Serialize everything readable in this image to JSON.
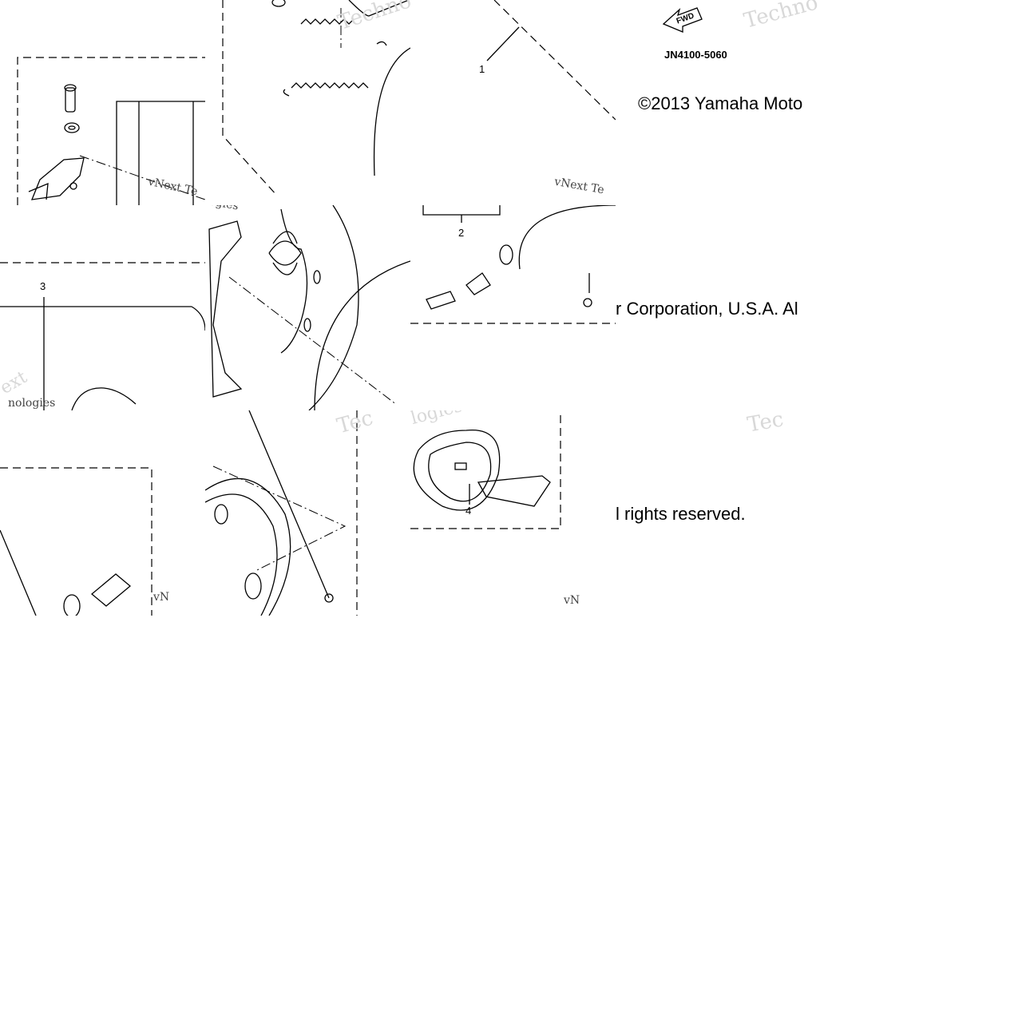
{
  "diagram": {
    "callouts": [
      "1",
      "2",
      "3",
      "4"
    ],
    "part_code": "JN4100-5060",
    "fwd_label": "FWD",
    "copyright": {
      "line1": "©2013 Yamaha Moto",
      "line2": "r Corporation, U.S.A. Al",
      "line3": "l rights reserved."
    },
    "watermarks": {
      "vnext": "vNext Te",
      "vnext_short": "vN",
      "techno": "Techno",
      "tec": "Tec",
      "nologies": "nologies",
      "ext": "ext",
      "logies": "logies"
    }
  }
}
